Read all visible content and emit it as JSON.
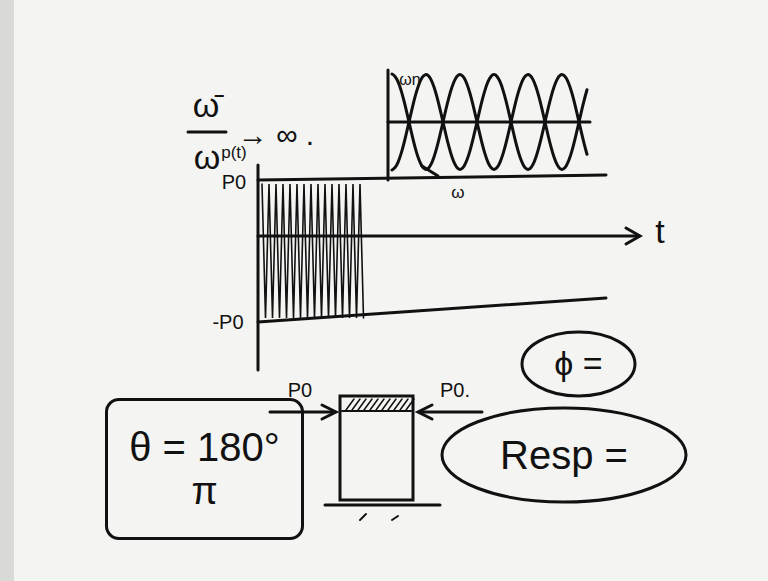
{
  "diagram": {
    "nodes": [
      {
        "text": [
          "ϕ ="
        ]
      },
      {
        "text": [
          "θ = 180°",
          "π"
        ]
      },
      {
        "text": [
          "Resp ="
        ]
      }
    ],
    "labels": [
      "ω̄",
      "ω",
      "→ ∞ .",
      "ωn",
      "ω",
      "p(t)",
      "P0",
      "-P0",
      "t",
      "P0",
      "P0."
    ]
  }
}
